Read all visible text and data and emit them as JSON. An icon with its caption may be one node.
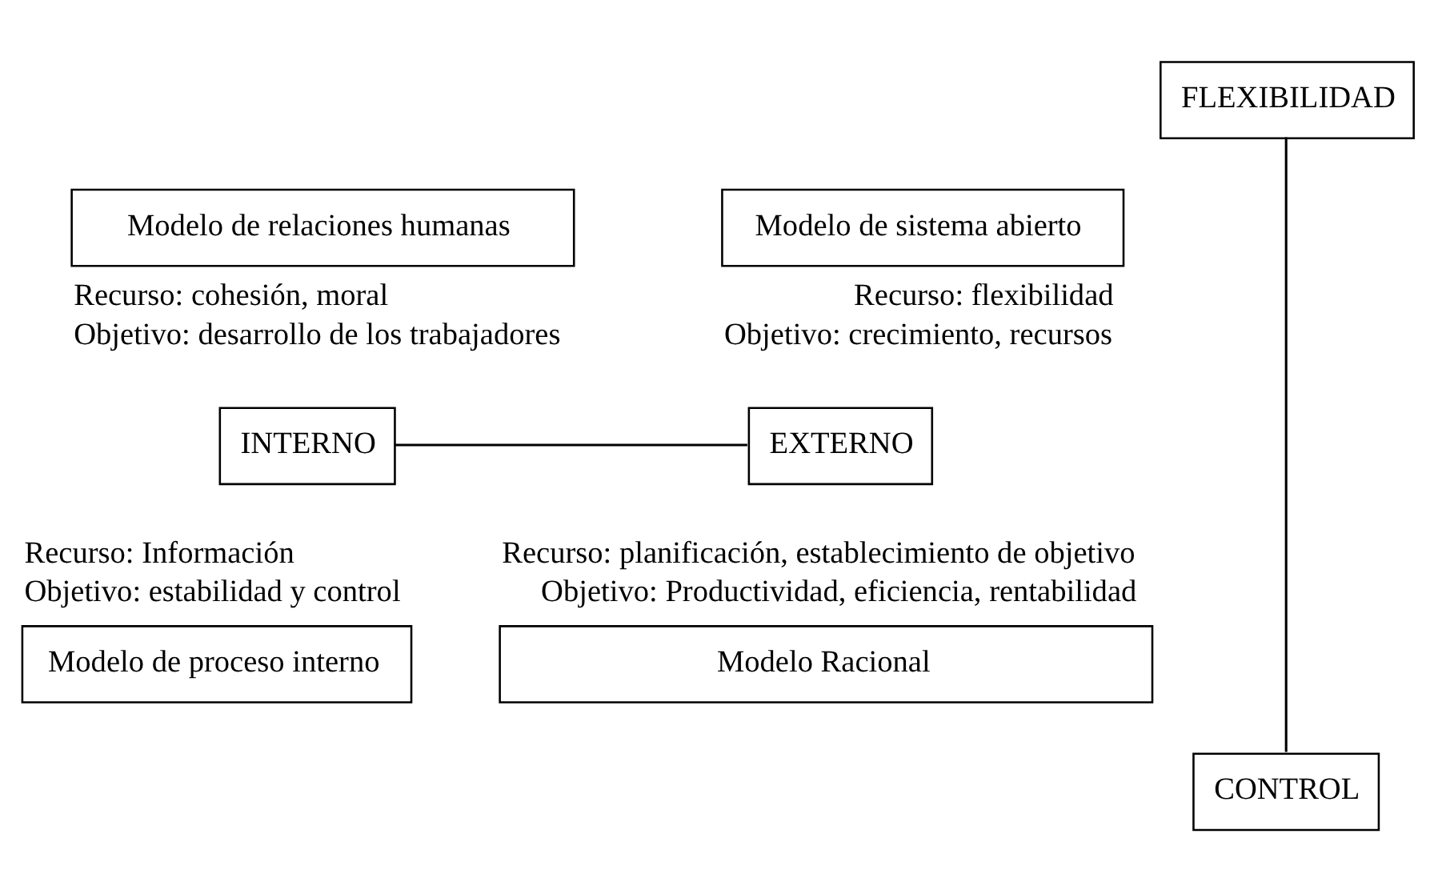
{
  "diagram": {
    "nodes": [
      {
        "text": [
          "FLEXIBILIDAD"
        ]
      },
      {
        "text": [
          "Modelo de relaciones humanas"
        ],
        "beside": [
          "Recurso: cohesión, moral",
          "Objetivo: desarrollo de los trabajadores"
        ]
      },
      {
        "text": [
          "Modelo de sistema abierto"
        ],
        "beside": [
          "Recurso: flexibilidad",
          "Objetivo: crecimiento, recursos"
        ]
      },
      {
        "text": [
          "INTERNO"
        ]
      },
      {
        "text": [
          "EXTERNO"
        ]
      },
      {
        "text": [
          "Modelo de proceso interno"
        ],
        "beside": [
          "Recurso: Información",
          "Objetivo: estabilidad y control"
        ]
      },
      {
        "text": [
          "Modelo Racional"
        ],
        "beside": [
          "Recurso: planificación, establecimiento de objetivo",
          "Objetivo: Productividad, eficiencia, rentabilidad"
        ]
      },
      {
        "text": [
          "CONTROL"
        ]
      }
    ],
    "edges": [
      {
        "from": 0,
        "to": 7,
        "arrow": "none"
      },
      {
        "from": 3,
        "to": 4,
        "arrow": "none"
      }
    ]
  }
}
